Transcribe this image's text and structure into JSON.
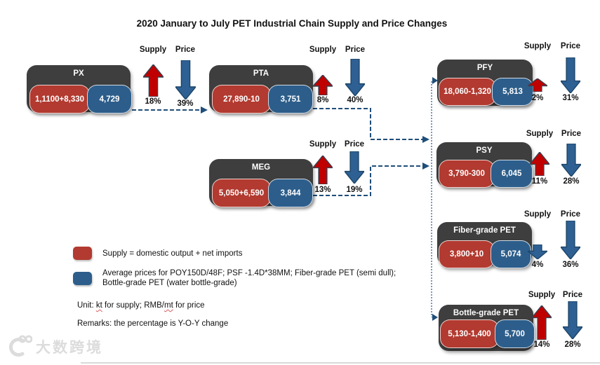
{
  "title": "2020 January to July PET Industrial Chain Supply and Price Changes",
  "labels": {
    "supply": "Supply",
    "price": "Price"
  },
  "nodes": [
    {
      "label": "PX",
      "supply": "1,1100+8,330",
      "price": "4,729",
      "supply_change": "18%",
      "supply_direction": "up",
      "price_change": "39%",
      "price_direction": "down"
    },
    {
      "label": "PTA",
      "supply": "27,890-10",
      "price": "3,751",
      "supply_change": "8%",
      "supply_direction": "up",
      "price_change": "40%",
      "price_direction": "down"
    },
    {
      "label": "MEG",
      "supply": "5,050+6,590",
      "price": "3,844",
      "supply_change": "13%",
      "supply_direction": "up",
      "price_change": "19%",
      "price_direction": "down"
    },
    {
      "label": "PFY",
      "supply": "18,060-1,320",
      "price": "5,813",
      "supply_change": "2%",
      "supply_direction": "up",
      "price_change": "31%",
      "price_direction": "down"
    },
    {
      "label": "PSY",
      "supply": "3,790-300",
      "price": "6,045",
      "supply_change": "11%",
      "supply_direction": "up",
      "price_change": "28%",
      "price_direction": "down"
    },
    {
      "label": "Fiber-grade PET",
      "supply": "3,800+10",
      "price": "5,074",
      "supply_change": "4%",
      "supply_direction": "down",
      "price_change": "36%",
      "price_direction": "down"
    },
    {
      "label": "Bottle-grade PET",
      "supply": "5,130-1,400",
      "price": "5,700",
      "supply_change": "14%",
      "supply_direction": "up",
      "price_change": "28%",
      "price_direction": "down"
    }
  ],
  "legend": {
    "supply_note": "Supply = domestic output + net imports",
    "price_note_line1": "Average prices for POY150D/48F; PSF -1.4D*38MM; Fiber-grade PET (semi dull);",
    "price_note_line2": "Bottle-grade PET (water bottle-grade)",
    "unit_prefix": "Unit: ",
    "unit_kt": "kt",
    "unit_mid": " for supply; RMB/",
    "unit_mt": "mt",
    "unit_suffix": " for price",
    "remarks": "Remarks: the percentage is Y-O-Y change"
  },
  "watermark": {
    "text": "大数跨境"
  },
  "colors": {
    "supply_red": "#b23a30",
    "price_blue": "#2d5e8b",
    "node_header_dark": "#3e3e3e",
    "arrow_up_red": "#c00000",
    "arrow_down_blue": "#2e6093",
    "connector_blue": "#1f4e79"
  }
}
